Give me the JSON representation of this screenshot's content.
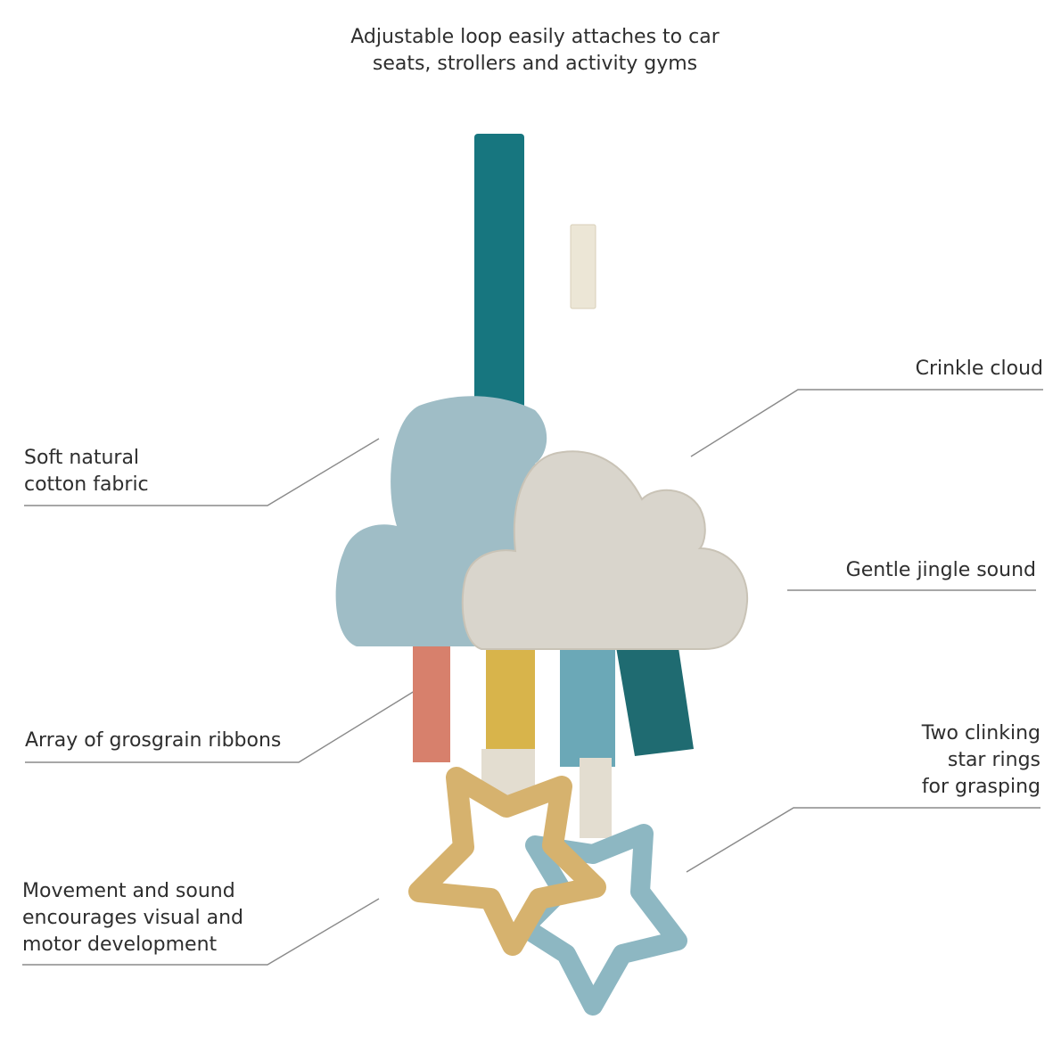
{
  "headline": {
    "line1": "Adjustable loop easily attaches to car",
    "line2": "seats, strollers and activity gyms"
  },
  "callouts": {
    "crinkle": {
      "line1": "Crinkle cloud"
    },
    "fabric": {
      "line1": "Soft natural",
      "line2": "cotton fabric"
    },
    "jingle": {
      "line1": "Gentle jingle sound"
    },
    "ribbons": {
      "line1": "Array of grosgrain ribbons"
    },
    "rings": {
      "line1": "Two clinking",
      "line2": "star rings",
      "line3": "for grasping"
    },
    "movement": {
      "line1": "Movement and sound",
      "line2": "encourages visual and",
      "line3": "motor development"
    }
  },
  "colors": {
    "strap": "#17767f",
    "blue_cloud": "#9fbdc6",
    "beige_cloud": "#d9d5cc",
    "ribbon_coral": "#d7806c",
    "ribbon_yellow": "#d8b44b",
    "ribbon_lightblue": "#6ba8b7",
    "ribbon_teal": "#1f6b71",
    "star_yellow": "#d6b26e",
    "star_blue": "#8db7c2",
    "line": "#8a8a8a"
  }
}
